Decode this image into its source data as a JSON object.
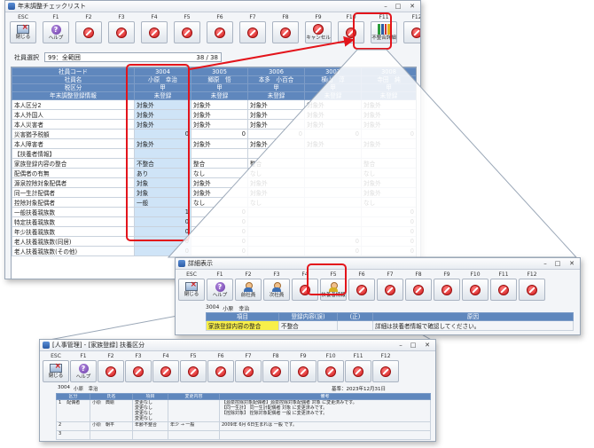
{
  "main_window": {
    "title": "年末調整チェックリスト",
    "toolbar": [
      {
        "key": "ESC",
        "caption": "閉じる",
        "icon": "close-app-icon"
      },
      {
        "key": "F1",
        "caption": "ヘルプ",
        "icon": "help-icon"
      },
      {
        "key": "F2",
        "caption": "",
        "icon": "no-icon"
      },
      {
        "key": "F3",
        "caption": "",
        "icon": "no-icon"
      },
      {
        "key": "F4",
        "caption": "",
        "icon": "no-icon"
      },
      {
        "key": "F5",
        "caption": "",
        "icon": "no-icon"
      },
      {
        "key": "F6",
        "caption": "",
        "icon": "no-icon"
      },
      {
        "key": "F7",
        "caption": "",
        "icon": "no-icon"
      },
      {
        "key": "F8",
        "caption": "",
        "icon": "no-icon"
      },
      {
        "key": "F9",
        "caption": "キャンセル",
        "icon": "no-icon"
      },
      {
        "key": "F10",
        "caption": "",
        "icon": "no-icon"
      },
      {
        "key": "F11",
        "caption": "不整合詳細",
        "icon": "binder-icon"
      },
      {
        "key": "F12",
        "caption": "",
        "icon": "no-icon"
      }
    ],
    "employee_select_label": "社員選択",
    "employee_select_value": "99：全範囲",
    "page_counter": "38 / 38",
    "header_labels": [
      "社員コード",
      "社員名",
      "税区分",
      "年末調整登録情報"
    ],
    "employees": [
      {
        "code": "3004",
        "name": "小原　幸治",
        "tax": "甲",
        "status": "未登録"
      },
      {
        "code": "3005",
        "name": "郷原　悟",
        "tax": "甲",
        "status": "未登録"
      },
      {
        "code": "3006",
        "name": "本多　小百合",
        "tax": "甲",
        "status": "未登録"
      },
      {
        "code": "3007",
        "name": "横山　淳",
        "tax": "甲",
        "status": "未登録"
      },
      {
        "code": "3008",
        "name": "寺田　純",
        "tax": "甲",
        "status": "未登録"
      }
    ],
    "rows": [
      {
        "label": "本人区分2",
        "cells": [
          "対象外",
          "対象外",
          "対象外",
          "対象外",
          "対象外"
        ],
        "num": false
      },
      {
        "label": "本人外国人",
        "cells": [
          "対象外",
          "対象外",
          "対象外",
          "対象外",
          "対象外"
        ],
        "num": false
      },
      {
        "label": "本人災害者",
        "cells": [
          "対象外",
          "対象外",
          "対象外",
          "対象外",
          "対象外"
        ],
        "num": false
      },
      {
        "label": "災害猶予税額",
        "cells": [
          "0",
          "0",
          "0",
          "0",
          "0"
        ],
        "num": true
      },
      {
        "label": "本人障害者",
        "cells": [
          "対象外",
          "対象外",
          "対象外",
          "対象外",
          "対象外"
        ],
        "num": false
      },
      {
        "label": "【扶養者情報】",
        "cells": [
          "",
          "",
          "",
          "",
          ""
        ],
        "num": false
      },
      {
        "label": "家族登録内容の整合",
        "cells": [
          "不整合",
          "整合",
          "整合",
          "",
          "整合"
        ],
        "num": false
      },
      {
        "label": "配偶者の有無",
        "cells": [
          "あり",
          "なし",
          "なし",
          "",
          "なし"
        ],
        "num": false
      },
      {
        "label": "源泉控除対象配偶者",
        "cells": [
          "対象",
          "対象外",
          "対象外",
          "",
          "対象外"
        ],
        "num": false
      },
      {
        "label": "同一生計配偶者",
        "cells": [
          "対象",
          "対象外",
          "対象外",
          "",
          "対象外"
        ],
        "num": false
      },
      {
        "label": "控除対象配偶者",
        "cells": [
          "一般",
          "なし",
          "なし",
          "",
          "なし"
        ],
        "num": false
      },
      {
        "label": "一般扶養親族数",
        "cells": [
          "1",
          "0",
          "",
          "",
          "0"
        ],
        "num": true
      },
      {
        "label": "特定扶養親族数",
        "cells": [
          "0",
          "0",
          "",
          "",
          "0"
        ],
        "num": true
      },
      {
        "label": "年少扶養親族数",
        "cells": [
          "0",
          "0",
          "",
          "",
          "0"
        ],
        "num": true
      },
      {
        "label": "老人扶養親族数(同居)",
        "cells": [
          "0",
          "0",
          "",
          "0",
          "0"
        ],
        "num": true
      },
      {
        "label": "老人扶養親族数(その他)",
        "cells": [
          "0",
          "0",
          "",
          "0",
          "0"
        ],
        "num": true
      }
    ]
  },
  "detail_window": {
    "title": "詳細表示",
    "toolbar": [
      {
        "key": "ESC",
        "caption": "閉じる",
        "icon": "close-app-icon"
      },
      {
        "key": "F1",
        "caption": "ヘルプ",
        "icon": "help-icon"
      },
      {
        "key": "F2",
        "caption": "前社員",
        "icon": "person-icon"
      },
      {
        "key": "F3",
        "caption": "次社員",
        "icon": "person-icon"
      },
      {
        "key": "F4",
        "caption": "",
        "icon": "no-icon"
      },
      {
        "key": "F5",
        "caption": "扶養者情報",
        "icon": "person-icon-yellow"
      },
      {
        "key": "F6",
        "caption": "",
        "icon": "no-icon"
      },
      {
        "key": "F7",
        "caption": "",
        "icon": "no-icon"
      },
      {
        "key": "F8",
        "caption": "",
        "icon": "no-icon"
      },
      {
        "key": "F9",
        "caption": "",
        "icon": "no-icon"
      },
      {
        "key": "F10",
        "caption": "",
        "icon": "no-icon"
      },
      {
        "key": "F11",
        "caption": "",
        "icon": "no-icon"
      },
      {
        "key": "F12",
        "caption": "",
        "icon": "no-icon"
      }
    ],
    "employee_code": "3004",
    "employee_name": "小原　幸治",
    "columns": [
      "項目",
      "登録内容(誤)",
      "(正)",
      "原因"
    ],
    "row": {
      "item": "家族登録内容の整合",
      "value": "不整合",
      "correct": "",
      "cause": "詳細は扶養者情報で確認してください。"
    }
  },
  "dependent_window": {
    "title": "[人事管理] - [家族登録] 扶養区分",
    "toolbar": [
      {
        "key": "ESC",
        "caption": "閉じる",
        "icon": "close-app-icon"
      },
      {
        "key": "F1",
        "caption": "ヘルプ",
        "icon": "help-icon"
      },
      {
        "key": "F2",
        "caption": "",
        "icon": "no-icon"
      },
      {
        "key": "F3",
        "caption": "",
        "icon": "no-icon"
      },
      {
        "key": "F4",
        "caption": "",
        "icon": "no-icon"
      },
      {
        "key": "F5",
        "caption": "",
        "icon": "no-icon"
      },
      {
        "key": "F6",
        "caption": "",
        "icon": "no-icon"
      },
      {
        "key": "F7",
        "caption": "",
        "icon": "no-icon"
      },
      {
        "key": "F8",
        "caption": "",
        "icon": "no-icon"
      },
      {
        "key": "F9",
        "caption": "",
        "icon": "no-icon"
      },
      {
        "key": "F10",
        "caption": "",
        "icon": "no-icon"
      },
      {
        "key": "F11",
        "caption": "",
        "icon": "no-icon"
      },
      {
        "key": "F12",
        "caption": "",
        "icon": "no-icon"
      }
    ],
    "employee_code": "3004",
    "employee_name": "小原　幸治",
    "base_date": "基準：2023年12月31日",
    "columns": [
      "区分",
      "氏名",
      "項目",
      "変更内容",
      "備考"
    ],
    "rows": [
      {
        "no": "1",
        "rel": "配偶者",
        "name": "小原　典絵",
        "items": [
          "変更なし",
          "変更なし",
          "変更なし",
          "変更なし"
        ],
        "change": "",
        "notes": [
          "【源泉控除対象配偶者】源泉控除対象配偶者 対象 に変更済みです。",
          "【同一生計】 同一生計配偶者 対象 に変更済みです。",
          "【控除対象】 控除対象配偶者 一般 に変更済みです。"
        ]
      },
      {
        "no": "2",
        "rel": "",
        "name": "小原　朝平",
        "items": [
          "年齢不整合"
        ],
        "change": "年少 → 一般",
        "notes": [
          "2009年 6月 6日生まれは 一般 です。"
        ]
      },
      {
        "no": "3",
        "rel": "",
        "name": "",
        "items": [],
        "change": "",
        "notes": []
      }
    ]
  }
}
